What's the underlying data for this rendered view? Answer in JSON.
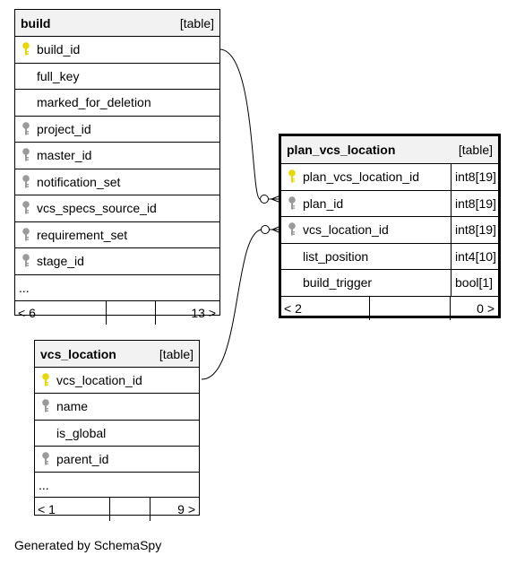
{
  "build": {
    "name": "build",
    "kind": "[table]",
    "columns": [
      {
        "name": "build_id",
        "key": "primary"
      },
      {
        "name": "full_key",
        "key": "none"
      },
      {
        "name": "marked_for_deletion",
        "key": "none"
      },
      {
        "name": "project_id",
        "key": "index"
      },
      {
        "name": "master_id",
        "key": "index"
      },
      {
        "name": "notification_set",
        "key": "index"
      },
      {
        "name": "vcs_specs_source_id",
        "key": "index"
      },
      {
        "name": "requirement_set",
        "key": "index"
      },
      {
        "name": "stage_id",
        "key": "index"
      }
    ],
    "more": "...",
    "footer": {
      "left": "< 6",
      "right": "13 >"
    }
  },
  "plan_vcs_location": {
    "name": "plan_vcs_location",
    "kind": "[table]",
    "columns": [
      {
        "name": "plan_vcs_location_id",
        "type": "int8[19]",
        "key": "primary"
      },
      {
        "name": "plan_id",
        "type": "int8[19]",
        "key": "index"
      },
      {
        "name": "vcs_location_id",
        "type": "int8[19]",
        "key": "index"
      },
      {
        "name": "list_position",
        "type": "int4[10]",
        "key": "none"
      },
      {
        "name": "build_trigger",
        "type": "bool[1]",
        "key": "none"
      }
    ],
    "footer": {
      "left": "< 2",
      "right": "0 >"
    }
  },
  "vcs_location": {
    "name": "vcs_location",
    "kind": "[table]",
    "columns": [
      {
        "name": "vcs_location_id",
        "key": "primary"
      },
      {
        "name": "name",
        "key": "index"
      },
      {
        "name": "is_global",
        "key": "none"
      },
      {
        "name": "parent_id",
        "key": "index"
      }
    ],
    "more": "...",
    "footer": {
      "left": "< 1",
      "right": "9 >"
    }
  },
  "generated_by": "Generated by SchemaSpy",
  "colors": {
    "primary_key": "#e6d800",
    "index_key": "#9a9a9a",
    "header_bg": "#f2f2f2"
  },
  "icons": {
    "primary": "key-icon",
    "index": "key-icon"
  }
}
